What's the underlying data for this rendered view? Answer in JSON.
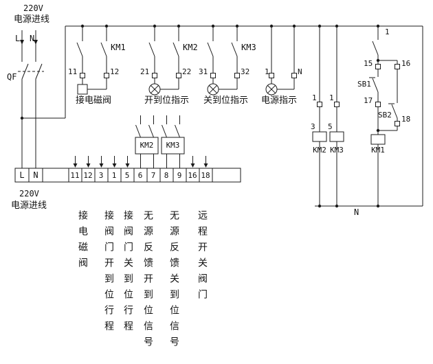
{
  "power_top": {
    "voltage": "220V",
    "label": "电源进线",
    "l": "L",
    "n": "N",
    "qf": "QF"
  },
  "branches": [
    {
      "km": "KM1",
      "t1": "11",
      "t2": "12",
      "caption": "接电磁阀"
    },
    {
      "km": "KM2",
      "t1": "21",
      "t2": "22",
      "caption": "开到位指示"
    },
    {
      "km": "KM3",
      "t1": "31",
      "t2": "32",
      "caption": "关到位指示"
    },
    {
      "t1": "1",
      "t2": "N",
      "caption": "电源指示"
    }
  ],
  "control": {
    "wire1": "1",
    "t15": "15",
    "t16": "16",
    "sb1": "SB1",
    "t17": "17",
    "sb2": "SB2",
    "t18": "18",
    "km1_coil": "KM1",
    "km2_branch": {
      "wire": "1",
      "t": "3",
      "coil": "KM2"
    },
    "km3_branch": {
      "wire": "1",
      "t": "5",
      "coil": "KM3"
    },
    "n": "N"
  },
  "feedback": {
    "km2": "KM2",
    "km3": "KM3"
  },
  "strip": {
    "l": "L",
    "n": "N",
    "terminals": [
      "11",
      "12",
      "3",
      "1",
      "5",
      "6",
      "7",
      "8",
      "9",
      "16",
      "18"
    ]
  },
  "bottom": {
    "voltage": "220V",
    "label": "电源进线",
    "captions": [
      "接电磁阀",
      "接阀门开到位行程",
      "接阀门关到位行程",
      "无源反馈开到位信号",
      "无源反馈关到位信号",
      "远程开关阀门"
    ]
  }
}
